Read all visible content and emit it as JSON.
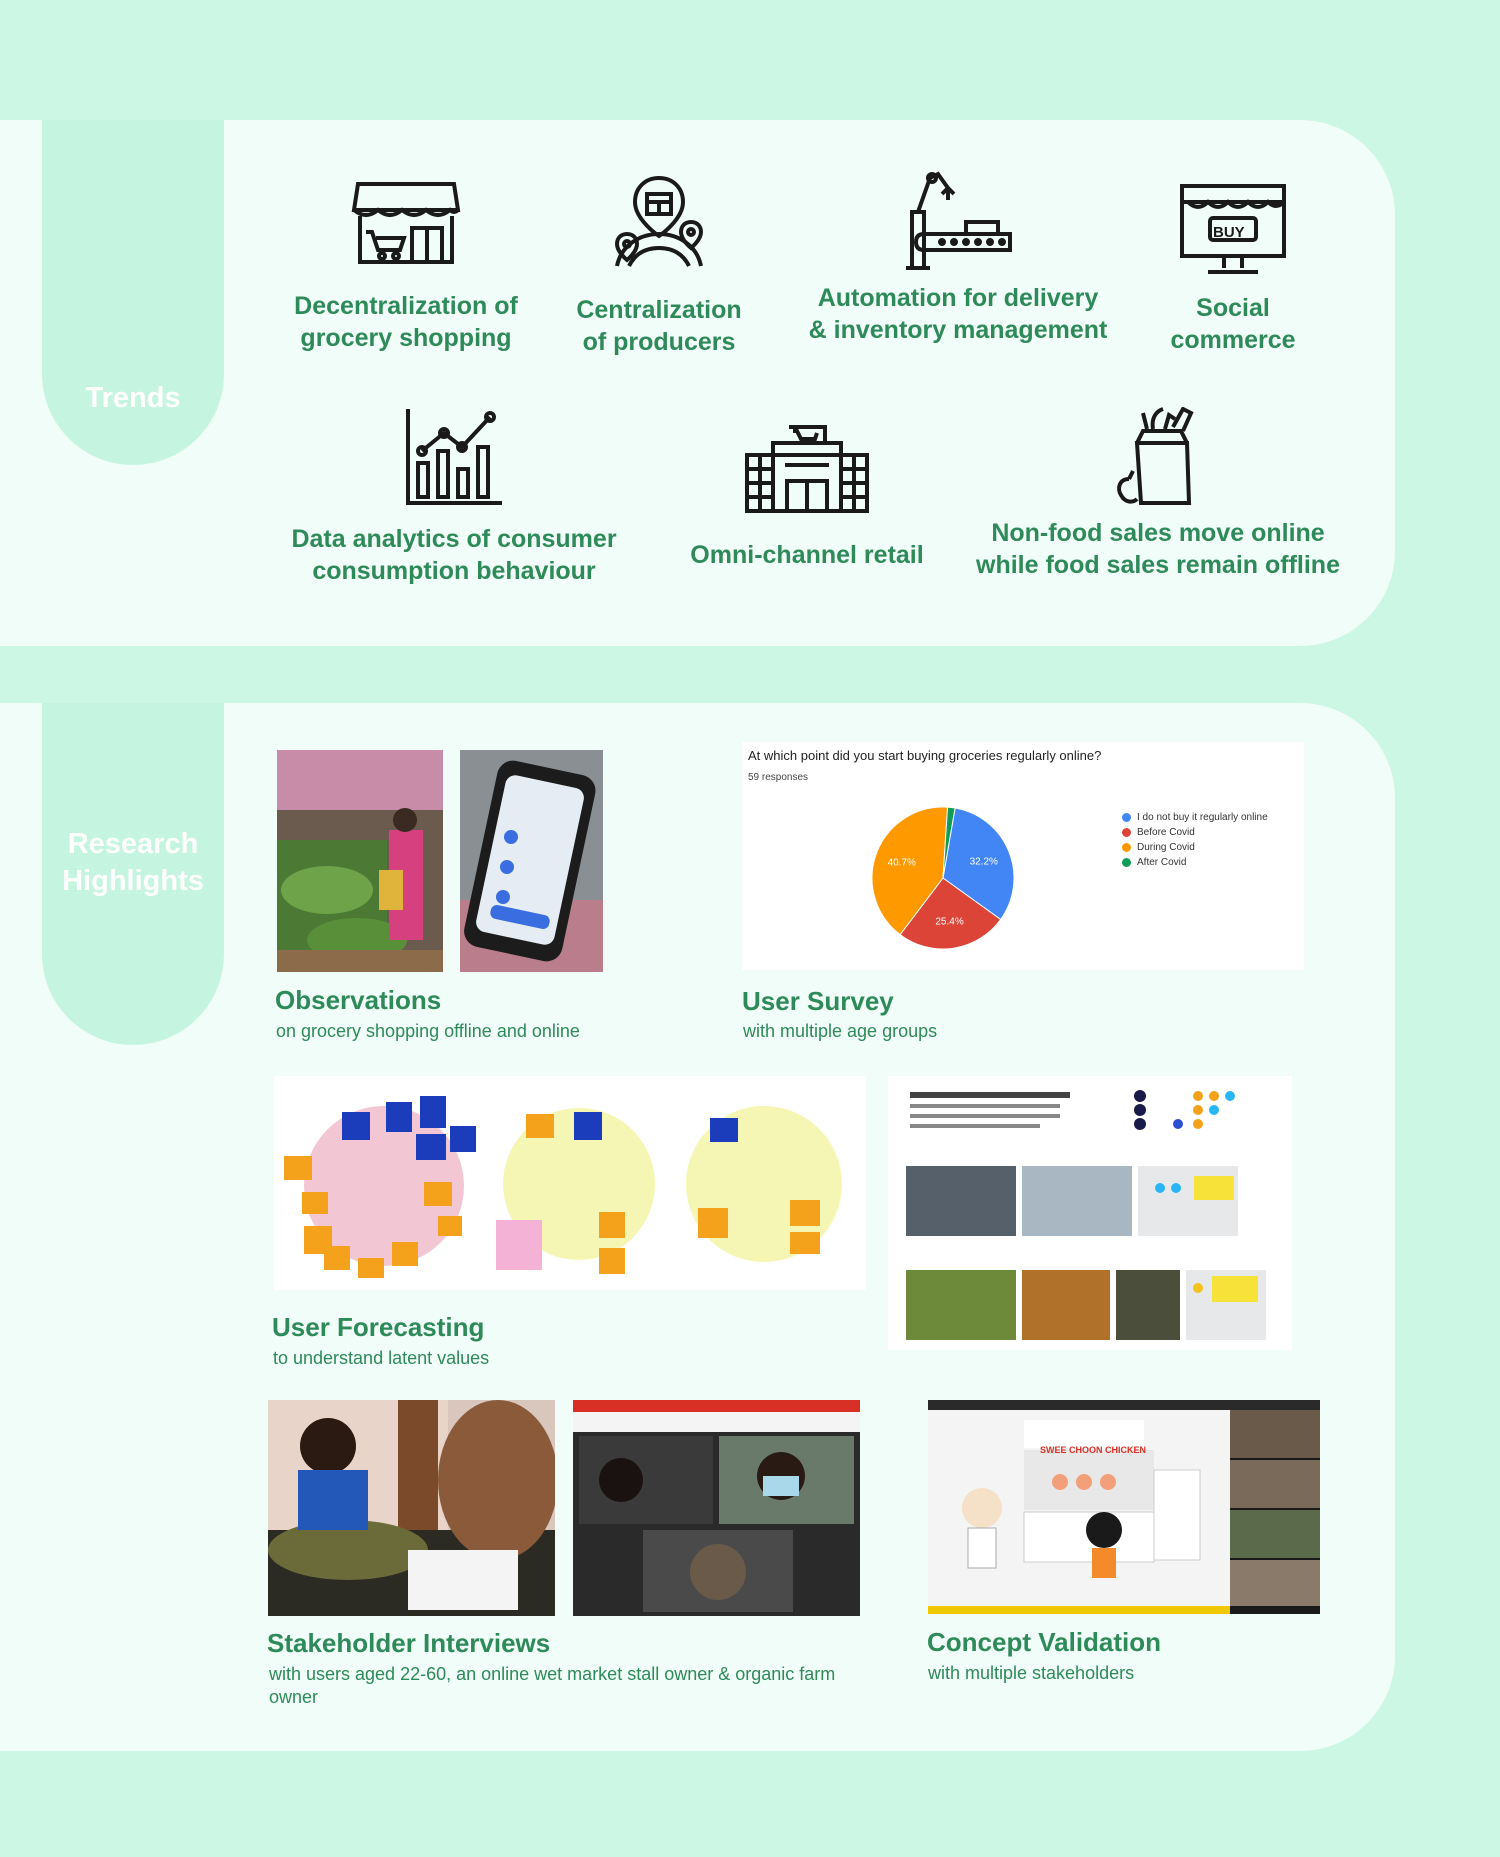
{
  "trends": {
    "tab_label": "Trends",
    "items": [
      {
        "line1": "Decentralization of",
        "line2": "grocery shopping",
        "icon": "storefront-cart-icon"
      },
      {
        "line1": "Centralization",
        "line2": "of producers",
        "icon": "globe-location-pins-icon"
      },
      {
        "line1": "Automation for delivery",
        "line2": "& inventory management",
        "icon": "robot-arm-conveyor-icon"
      },
      {
        "line1": "Social",
        "line2": "commerce",
        "icon": "monitor-buy-icon"
      },
      {
        "line1": "Data analytics of consumer",
        "line2": "consumption behaviour",
        "icon": "bar-line-chart-icon"
      },
      {
        "line1": "Omni-channel retail",
        "line2": "",
        "icon": "building-cart-icon"
      },
      {
        "line1": "Non-food sales move online",
        "line2": "while food sales remain offline",
        "icon": "grocery-bag-icon"
      }
    ]
  },
  "research": {
    "tab_line1": "Research",
    "tab_line2": "Highlights",
    "observations": {
      "title": "Observations",
      "subtitle": "on grocery shopping offline and online"
    },
    "survey": {
      "title": "User Survey",
      "subtitle": "with multiple age groups",
      "question": "At which point did you start buying groceries regularly online?",
      "responses": "59 responses"
    },
    "forecasting": {
      "title": "User Forecasting",
      "subtitle": "to understand latent values"
    },
    "interviews": {
      "title": "Stakeholder Interviews",
      "subtitle": "with users aged 22-60, an online wet market stall owner & organic farm owner"
    },
    "concept": {
      "title": "Concept Validation",
      "subtitle": "with multiple stakeholders"
    }
  },
  "chart_data": {
    "type": "pie",
    "title": "At which point did you start buying groceries regularly online?",
    "subtitle": "59 responses",
    "categories": [
      "I do not buy it regularly online",
      "Before Covid",
      "During Covid",
      "After Covid"
    ],
    "values": [
      32.2,
      25.4,
      40.7,
      1.7
    ],
    "value_labels": [
      "32.2%",
      "25.4%",
      "40.7%",
      ""
    ],
    "colors": [
      "#4285f4",
      "#db4437",
      "#ff9900",
      "#0f9d58"
    ],
    "legend": "right"
  }
}
